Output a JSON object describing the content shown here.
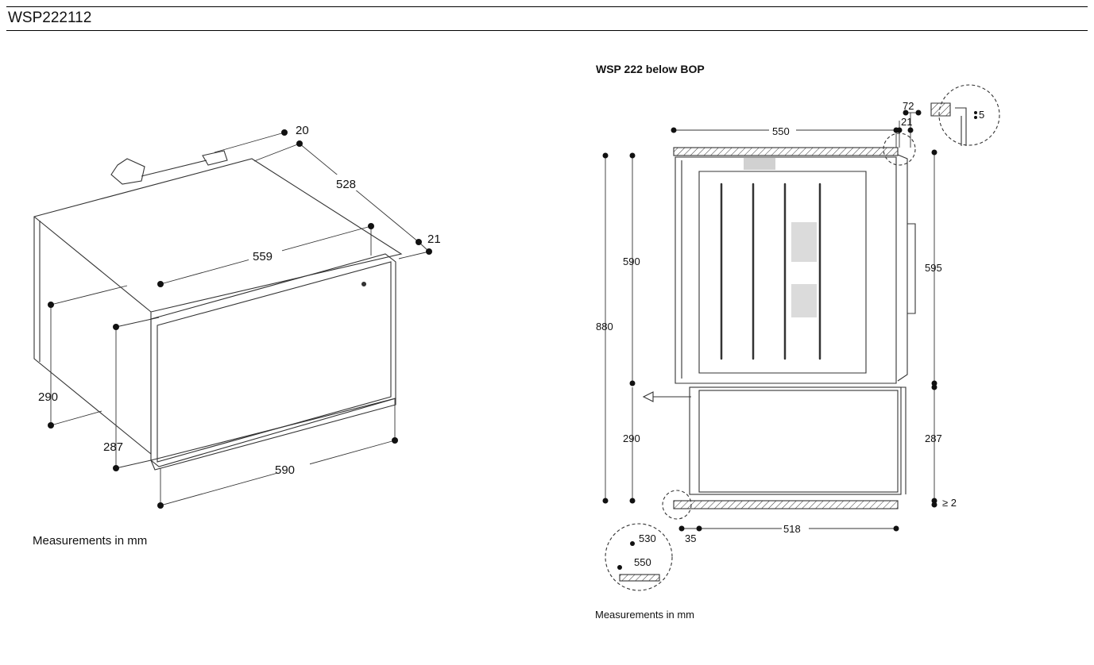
{
  "header": {
    "model": "WSP222112"
  },
  "left_drawing": {
    "dimensions": {
      "depth_top": "20",
      "depth": "528",
      "front_offset": "21",
      "width_top": "559",
      "width_front": "590",
      "height_side": "290",
      "height_front": "287"
    },
    "caption": "Measurements in mm"
  },
  "right_drawing": {
    "title": "WSP 222 below BOP",
    "dimensions": {
      "top_depth": "550",
      "detail_72": "72",
      "detail_21": "21",
      "detail_5": "5",
      "oven_height": "590",
      "cabinet_height": "880",
      "front_height": "595",
      "drawer_height_left": "290",
      "drawer_height_right": "287",
      "gap": "≥ 2",
      "detail_530": "530",
      "detail_550": "550",
      "bottom_offset": "35",
      "bottom_depth": "518"
    },
    "caption": "Measurements in mm"
  }
}
